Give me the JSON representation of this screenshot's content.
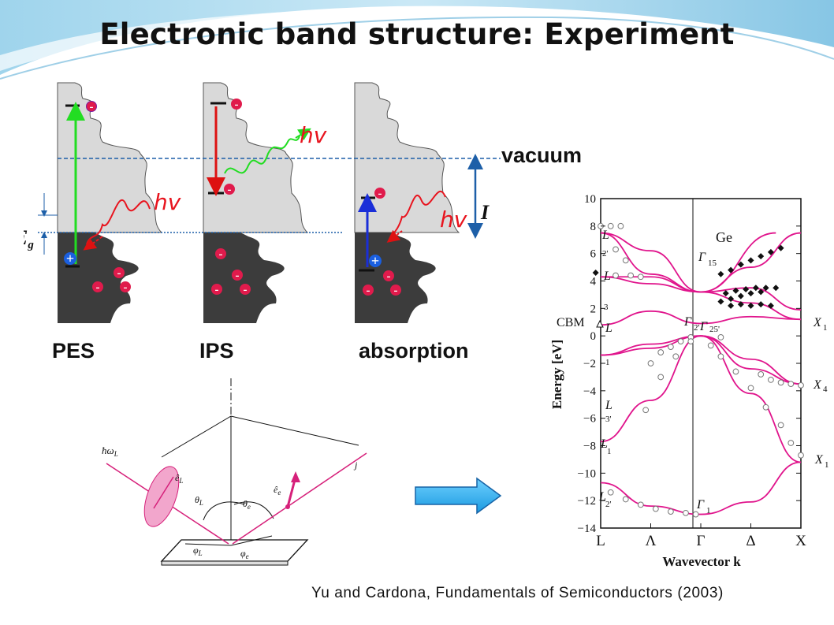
{
  "title": "Electronic band structure: Experiment",
  "diagram": {
    "panel_labels": [
      "PES",
      "IPS",
      "absorption"
    ],
    "vacuum_label": "vacuum",
    "photon_label": "hv",
    "gap_label": "E",
    "gap_subscript": "g",
    "ionization_label": "I",
    "charge_plus": "+",
    "charge_minus": "-"
  },
  "geometry_sketch": {
    "beam_label": "ħω",
    "beam_sub": "L",
    "pol_label": "ê",
    "pol_sub": "L",
    "theta_L": "θ",
    "theta_L_sub": "L",
    "theta_e": "θ",
    "theta_e_sub": "e",
    "e_pol": "ê",
    "e_pol_sub": "e",
    "phi_L": "φ",
    "phi_L_sub": "L",
    "phi_e": "φ",
    "phi_e_sub": "e",
    "j_label": "j"
  },
  "chart_data": {
    "type": "line",
    "title": "Ge",
    "xlabel": "Wavevector k",
    "ylabel": "Energy [eV]",
    "ylim": [
      -14,
      10
    ],
    "yticks": [
      "10",
      "8",
      "6",
      "4",
      "2",
      "0",
      "−2",
      "−4",
      "−6",
      "−8",
      "−10",
      "−12",
      "−14"
    ],
    "xticks": [
      "L",
      "Λ",
      "Γ",
      "Δ",
      "X"
    ],
    "cbm_label": "CBM",
    "point_labels": [
      "L",
      "2'",
      "L",
      "3",
      "L",
      "1",
      "L",
      "3'",
      "L",
      "1",
      "L",
      "2'",
      "Γ",
      "15",
      "Γ",
      "2'",
      "Γ",
      "25'",
      "Γ",
      "1",
      "X",
      "1",
      "X",
      "4",
      "X",
      "1"
    ],
    "series": [
      {
        "values": [
          [
            0,
            -10.7
          ],
          [
            0.5,
            -12.4
          ],
          [
            1,
            -13.0
          ],
          [
            1.5,
            -12.1
          ],
          [
            2,
            -9.2
          ]
        ]
      },
      {
        "values": [
          [
            0,
            -7.7
          ],
          [
            0.5,
            -4.7
          ],
          [
            1,
            0
          ],
          [
            1.5,
            -4.2
          ],
          [
            2,
            -9.2
          ]
        ]
      },
      {
        "values": [
          [
            0,
            -1.4
          ],
          [
            0.5,
            -0.6
          ],
          [
            1,
            0
          ],
          [
            1.5,
            -1.7
          ],
          [
            2,
            -3.5
          ]
        ]
      },
      {
        "values": [
          [
            0,
            -1.4
          ],
          [
            0.5,
            -0.9
          ],
          [
            1,
            0
          ],
          [
            1.5,
            -2.4
          ],
          [
            2,
            -3.5
          ]
        ]
      },
      {
        "values": [
          [
            0,
            0.8
          ],
          [
            0.5,
            1.8
          ],
          [
            1,
            0.9
          ],
          [
            1.5,
            1.4
          ],
          [
            2,
            1.2
          ]
        ]
      },
      {
        "values": [
          [
            0,
            4.3
          ],
          [
            0.5,
            3.8
          ],
          [
            1,
            3.2
          ],
          [
            1.5,
            2.4
          ],
          [
            2,
            1.2
          ]
        ]
      },
      {
        "values": [
          [
            0,
            4.3
          ],
          [
            0.5,
            4.3
          ],
          [
            1,
            3.2
          ],
          [
            1.5,
            3.5
          ],
          [
            2,
            1.9
          ]
        ]
      },
      {
        "values": [
          [
            0,
            7.5
          ],
          [
            0.5,
            4.5
          ],
          [
            1,
            3.2
          ],
          [
            1.5,
            5.0
          ],
          [
            2,
            7.5
          ]
        ]
      },
      {
        "values": [
          [
            1,
            3.2
          ],
          [
            1.75,
            7.5
          ]
        ]
      },
      {
        "values": [
          [
            0,
            7.5
          ],
          [
            0.5,
            6.2
          ],
          [
            1,
            3.2
          ]
        ]
      }
    ],
    "experimental_open": [
      [
        0,
        8
      ],
      [
        0.1,
        8
      ],
      [
        0.2,
        8
      ],
      [
        0.15,
        6.3
      ],
      [
        0.25,
        5.5
      ],
      [
        0.15,
        4.4
      ],
      [
        0.3,
        4.4
      ],
      [
        0.4,
        4.3
      ],
      [
        0.5,
        -2.0
      ],
      [
        0.6,
        -1.2
      ],
      [
        0.7,
        -0.8
      ],
      [
        0.8,
        -0.4
      ],
      [
        0.9,
        -0.1
      ],
      [
        0.45,
        -5.4
      ],
      [
        0.6,
        -3.0
      ],
      [
        0.75,
        -1.5
      ],
      [
        0.9,
        -0.4
      ],
      [
        1.1,
        -0.7
      ],
      [
        1.2,
        -1.5
      ],
      [
        1.35,
        -2.6
      ],
      [
        1.5,
        -3.8
      ],
      [
        1.65,
        -5.2
      ],
      [
        1.8,
        -6.5
      ],
      [
        1.9,
        -7.8
      ],
      [
        2,
        -8.7
      ],
      [
        1.6,
        -2.8
      ],
      [
        1.7,
        -3.2
      ],
      [
        1.8,
        -3.4
      ],
      [
        1.9,
        -3.5
      ],
      [
        2,
        -3.6
      ],
      [
        0.1,
        -11.4
      ],
      [
        0.25,
        -11.9
      ],
      [
        0.4,
        -12.3
      ],
      [
        0.55,
        -12.6
      ],
      [
        0.7,
        -12.8
      ],
      [
        0.85,
        -12.9
      ],
      [
        0.95,
        -13.0
      ],
      [
        1.2,
        -0.1
      ]
    ],
    "experimental_filled": [
      [
        1.2,
        2.5
      ],
      [
        1.3,
        2.7
      ],
      [
        1.4,
        2.9
      ],
      [
        1.5,
        3.1
      ],
      [
        1.6,
        3.2
      ],
      [
        1.25,
        3.1
      ],
      [
        1.35,
        3.3
      ],
      [
        1.45,
        3.4
      ],
      [
        1.55,
        3.5
      ],
      [
        1.65,
        3.5
      ],
      [
        1.2,
        4.5
      ],
      [
        1.3,
        4.8
      ],
      [
        1.4,
        5.2
      ],
      [
        1.5,
        5.5
      ],
      [
        1.6,
        5.8
      ],
      [
        1.7,
        6.1
      ],
      [
        1.8,
        6.4
      ],
      [
        1.3,
        2.2
      ],
      [
        1.4,
        2.3
      ],
      [
        1.5,
        2.2
      ],
      [
        1.6,
        2.3
      ],
      [
        1.7,
        2.2
      ],
      [
        1.75,
        3.5
      ],
      [
        -0.05,
        4.6
      ]
    ]
  },
  "citation": "Yu and Cardona, Fundamentals of Semiconductors (2003)"
}
